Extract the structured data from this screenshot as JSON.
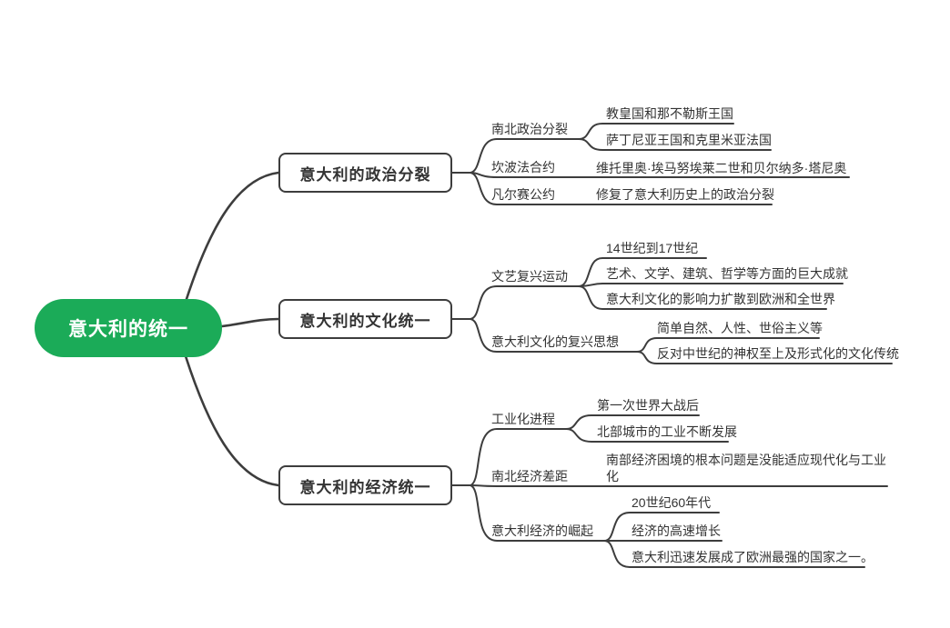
{
  "root": {
    "label": "意大利的统一"
  },
  "branches": [
    {
      "label": "意大利的政治分裂",
      "children": [
        {
          "label": "南北政治分裂",
          "children": [
            {
              "label": "教皇国和那不勒斯王国"
            },
            {
              "label": "萨丁尼亚王国和克里米亚法国"
            }
          ]
        },
        {
          "label": "坎波法合约",
          "children": [
            {
              "label": "维托里奥·埃马努埃莱二世和贝尔纳多·塔尼奥"
            }
          ]
        },
        {
          "label": "凡尔赛公约",
          "children": [
            {
              "label": "修复了意大利历史上的政治分裂"
            }
          ]
        }
      ]
    },
    {
      "label": "意大利的文化统一",
      "children": [
        {
          "label": "文艺复兴运动",
          "children": [
            {
              "label": "14世纪到17世纪"
            },
            {
              "label": "艺术、文学、建筑、哲学等方面的巨大成就"
            },
            {
              "label": "意大利文化的影响力扩散到欧洲和全世界"
            }
          ]
        },
        {
          "label": "意大利文化的复兴思想",
          "children": [
            {
              "label": "简单自然、人性、世俗主义等"
            },
            {
              "label": "反对中世纪的神权至上及形式化的文化传统"
            }
          ]
        }
      ]
    },
    {
      "label": "意大利的经济统一",
      "children": [
        {
          "label": "工业化进程",
          "children": [
            {
              "label": "第一次世界大战后"
            },
            {
              "label": "北部城市的工业不断发展"
            }
          ]
        },
        {
          "label": "南北经济差距",
          "children": [
            {
              "label": "南部经济困境的根本问题是没能适应现代化与工业化"
            }
          ]
        },
        {
          "label": "意大利经济的崛起",
          "children": [
            {
              "label": "20世纪60年代"
            },
            {
              "label": "经济的高速增长"
            },
            {
              "label": "意大利迅速发展成了欧洲最强的国家之一。"
            }
          ]
        }
      ]
    }
  ],
  "colors": {
    "root_bg": "#1bab58",
    "root_text": "#ffffff",
    "line": "#3d3d3d",
    "node_text": "#333333",
    "canvas_bg": "#ffffff"
  }
}
